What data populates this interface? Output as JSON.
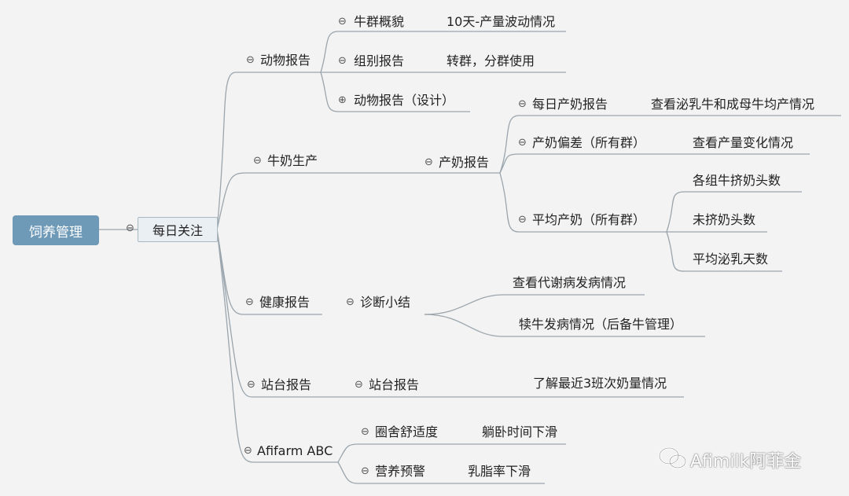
{
  "root": "饲养管理",
  "center": "每日关注",
  "collapse_symbol": "⊖",
  "expand_symbol": "⊕",
  "branches": {
    "animal_report": {
      "label": "动物报告",
      "herd_overview": {
        "label": "牛群概貌",
        "note": "10天-产量波动情况"
      },
      "group_report": {
        "label": "组别报告",
        "note": "转群，分群使用"
      },
      "animal_report_design": {
        "label": "动物报告（设计）"
      }
    },
    "milk_production": {
      "label": "牛奶生产",
      "yield_report": {
        "label": "产奶报告",
        "daily_yield": {
          "label": "每日产奶报告",
          "note": "查看泌乳牛和成母牛均产情况"
        },
        "yield_deviation": {
          "label": "产奶偏差（所有群）",
          "note": "查看产量变化情况"
        },
        "avg_yield": {
          "label": "平均产奶（所有群）",
          "notes": [
            "各组牛挤奶头数",
            "未挤奶头数",
            "平均泌乳天数"
          ]
        }
      }
    },
    "health_report": {
      "label": "健康报告",
      "diagnosis": {
        "label": "诊断小结",
        "notes": [
          "查看代谢病发病情况",
          "犊牛发病情况（后备牛管理）"
        ]
      }
    },
    "station_report": {
      "label": "站台报告",
      "station": {
        "label": "站台报告",
        "note": "了解最近3班次奶量情况"
      }
    },
    "afifarm": {
      "label": "Afifarm ABC",
      "comfort": {
        "label": "圈舍舒适度",
        "note": "躺卧时间下滑"
      },
      "nutrition": {
        "label": "营养预警",
        "note": "乳脂率下滑"
      }
    }
  },
  "watermark": "Afimilk阿菲金"
}
